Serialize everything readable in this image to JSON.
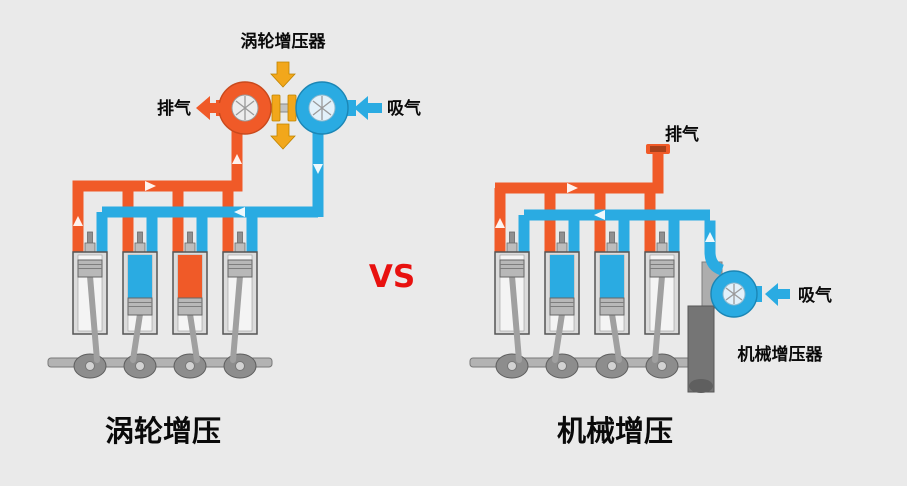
{
  "colors": {
    "background": "#eaeaea",
    "exhaust_orange": "#f05a28",
    "intake_blue": "#2aabe2",
    "shaft_yellow": "#f2a71b",
    "vs_red": "#e8110f"
  },
  "turbo": {
    "device_label": "涡轮增压器",
    "exhaust_label": "排气",
    "intake_label": "吸气",
    "caption": "涡轮增压"
  },
  "vs_label": "VS",
  "super": {
    "exhaust_label": "排气",
    "intake_label": "吸气",
    "device_label": "机械增压器",
    "caption": "机械增压"
  }
}
